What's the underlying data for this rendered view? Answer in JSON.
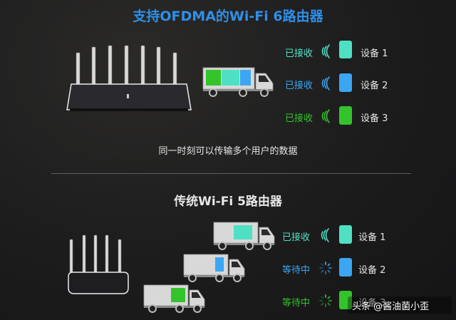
{
  "colors": {
    "cyan": "#4fe0c4",
    "blue": "#3ba6f2",
    "green": "#33c42b",
    "title_blue": "#2f8fe8"
  },
  "ofdma": {
    "title": "支持OFDMA的Wi-Fi 6路由器",
    "description": "同一时刻可以传输多个用户的数据",
    "devices": [
      {
        "status": "已接收",
        "status_color": "#4fe0c4",
        "signal_icon": "signal-waves-icon",
        "tile_color": "#4fe0c4",
        "name": "设备 1"
      },
      {
        "status": "已接收",
        "status_color": "#3ba6f2",
        "signal_icon": "signal-waves-icon",
        "tile_color": "#3ba6f2",
        "name": "设备 2"
      },
      {
        "status": "已接收",
        "status_color": "#33c42b",
        "signal_icon": "signal-waves-icon",
        "tile_color": "#33c42b",
        "name": "设备 3"
      }
    ]
  },
  "legacy": {
    "title": "传统Wi-Fi 5路由器",
    "devices": [
      {
        "status": "已接收",
        "status_color": "#4fe0c4",
        "signal_icon": "signal-waves-icon",
        "tile_color": "#4fe0c4",
        "name": "设备 1"
      },
      {
        "status": "等待中",
        "status_color": "#3ba6f2",
        "signal_icon": "loading-spinner-icon",
        "tile_color": "#3ba6f2",
        "name": "设备 2"
      },
      {
        "status": "等待中",
        "status_color": "#33c42b",
        "signal_icon": "loading-spinner-icon",
        "tile_color": "#33c42b",
        "name": "设备 3"
      }
    ]
  },
  "watermark": {
    "text": "头条 @酱油菌小歪"
  }
}
